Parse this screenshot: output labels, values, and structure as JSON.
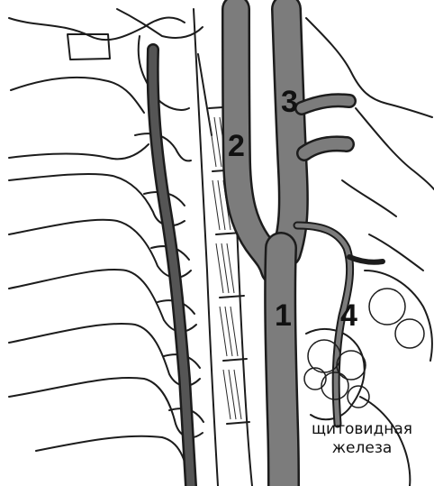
{
  "labels": {
    "one": "1",
    "two": "2",
    "three": "3",
    "four": "4"
  },
  "caption": {
    "line1": "щитовидная",
    "line2": "железа"
  },
  "colors": {
    "artery": "#7c7c7c",
    "artery_shadow": "#555555",
    "outline": "#1c1c1c",
    "background": "#ffffff",
    "hatch": "#2a2a2a"
  },
  "icons": {
    "anatomy": "cervical-arteries-illustration"
  }
}
